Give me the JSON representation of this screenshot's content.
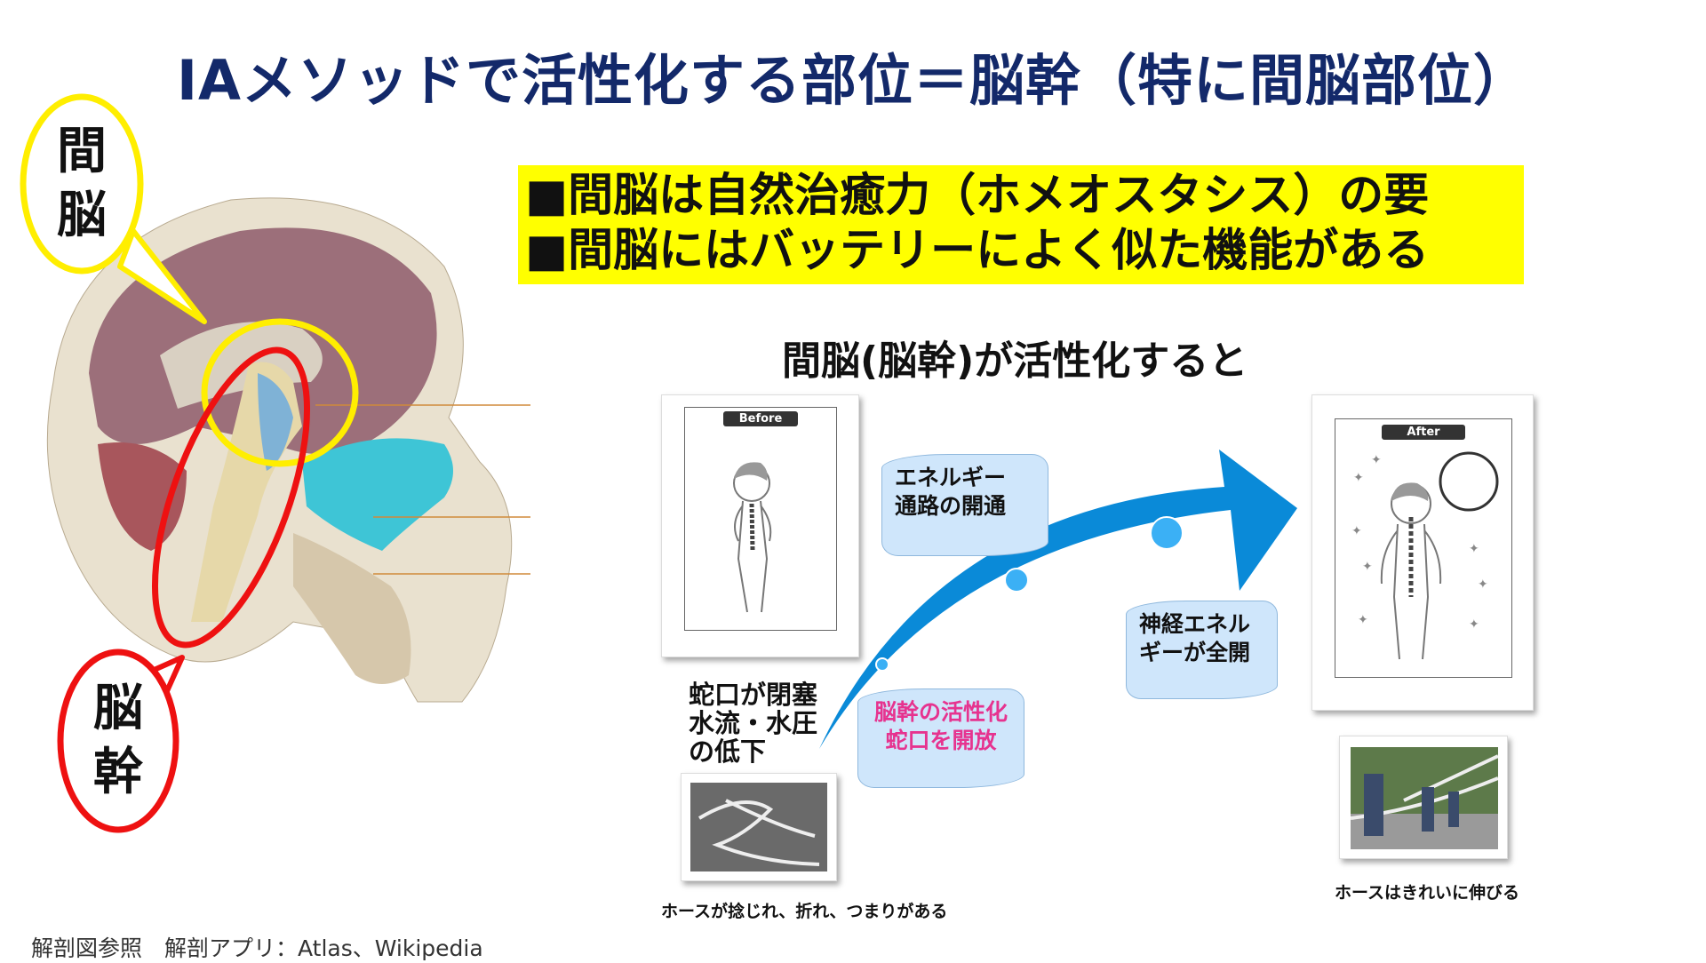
{
  "title": "IAメソッドで活性化する部位＝脳幹（特に間脳部位）",
  "highlight": [
    "■間脳は自然治癒力（ホメオスタシス）の要",
    "■間脳にはバッテリーによく似た機能がある"
  ],
  "subheading": "間脳(脳幹)が活性化すると",
  "callouts": {
    "diencephalon": [
      "間",
      "脳"
    ],
    "brainstem": [
      "脳",
      "幹"
    ]
  },
  "diagram": {
    "before_tag": "Before",
    "after_tag": "After",
    "banner_energy": [
      "エネルギー",
      "通路の開通"
    ],
    "banner_nerve": [
      "神経エネル",
      "ギーが全開"
    ],
    "banner_brainstem": [
      "脳幹の活性化",
      "蛇口を開放"
    ],
    "faucet_text": [
      "蛇口が閉塞",
      "水流・水圧",
      "の低下"
    ],
    "caption_before": "ホースが捻じれ、折れ、つまりがある",
    "caption_after": "ホースはきれいに伸びる"
  },
  "colors": {
    "title": "#13296a",
    "highlight": "#ffff00",
    "arrow": "#0a8ad8",
    "pink": "#e6338f"
  },
  "footer": "解剖図参照　解剖アプリ：Atlas、Wikipedia"
}
